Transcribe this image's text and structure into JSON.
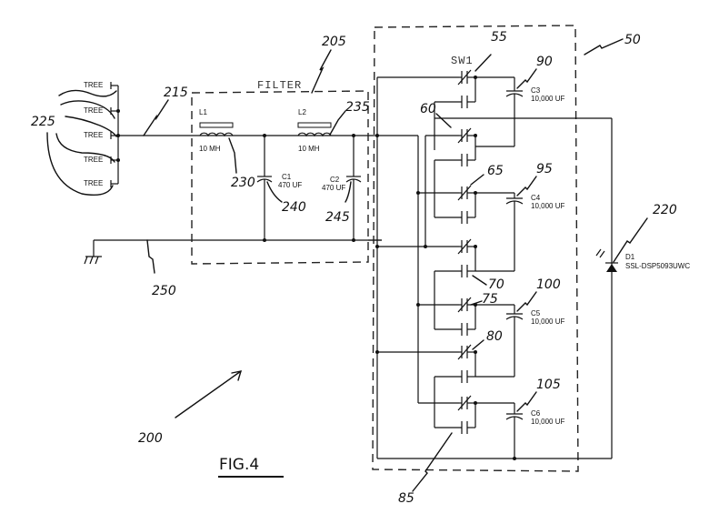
{
  "figure": {
    "title": "FIG.4",
    "ref_overall": "200"
  },
  "inputs": {
    "sources": [
      "TREE",
      "TREE",
      "TREE",
      "TREE",
      "TREE"
    ],
    "ref_sources": "225",
    "ref_input_line": "215",
    "ref_ground_line": "250"
  },
  "filter": {
    "title": "FILTER",
    "ref": "205",
    "L1": {
      "name": "L1",
      "value": "10 MH",
      "ref": "230"
    },
    "L2": {
      "name": "L2",
      "value": "10 MH",
      "ref": "235"
    },
    "C1": {
      "name": "C1",
      "value": "470 UF",
      "ref": "240"
    },
    "C2": {
      "name": "C2",
      "value": "470 UF",
      "ref": "245"
    }
  },
  "switch_bank": {
    "ref": "50",
    "switch_label": "SW1",
    "ref_switch": "55",
    "switch_refs": [
      "60",
      "65",
      "70",
      "75",
      "80",
      "85"
    ],
    "capacitors": [
      {
        "name": "C3",
        "value": "10,000 UF",
        "ref": "90"
      },
      {
        "name": "C4",
        "value": "10,000 UF",
        "ref": "95"
      },
      {
        "name": "C5",
        "value": "10,000 UF",
        "ref": "100"
      },
      {
        "name": "C6",
        "value": "10,000 UF",
        "ref": "105"
      }
    ]
  },
  "led": {
    "name": "D1",
    "part": "SSL-DSP5093UWC",
    "ref": "220"
  }
}
